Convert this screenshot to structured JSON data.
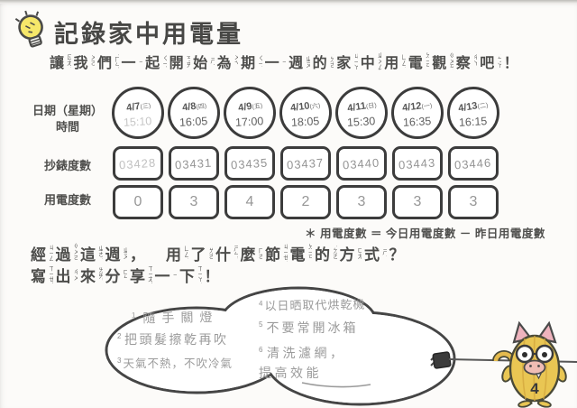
{
  "header": {
    "title": "記錄家中用電量"
  },
  "icons": {
    "header": "lightbulb-icon",
    "cord": "power-plug-icon",
    "mascot": "yellow-monster-mascot"
  },
  "intro": {
    "tokens": [
      {
        "c": "讓",
        "r": "ㄖㄤˋ"
      },
      {
        "c": "我",
        "r": "ㄨㄛˇ"
      },
      {
        "c": "們",
        "r": "˙ㄇㄣ"
      },
      {
        "c": "一",
        "r": "ㄧ"
      },
      {
        "c": "起",
        "r": "ㄑㄧˇ"
      },
      {
        "c": "開",
        "r": "ㄎㄞ"
      },
      {
        "c": "始",
        "r": "ㄕˇ"
      },
      {
        "c": "為",
        "r": "ㄨㄟˊ"
      },
      {
        "c": "期",
        "r": "ㄑㄧˊ"
      },
      {
        "c": "一",
        "r": "ㄧ"
      },
      {
        "c": "週",
        "r": "ㄓㄡ"
      },
      {
        "c": "的",
        "r": "˙ㄉㄜ"
      },
      {
        "c": "家",
        "r": "ㄐㄧㄚ"
      },
      {
        "c": "中",
        "r": "ㄓㄨㄥ"
      },
      {
        "c": "用",
        "r": "ㄩㄥˋ"
      },
      {
        "c": "電",
        "r": "ㄉㄧㄢˋ"
      },
      {
        "c": "觀",
        "r": "ㄍㄨㄢ"
      },
      {
        "c": "察",
        "r": "ㄔㄚˊ"
      },
      {
        "c": "吧",
        "r": "˙ㄅㄚ"
      },
      {
        "c": "！",
        "r": ""
      }
    ]
  },
  "table": {
    "label_date": "日期（星期）",
    "label_time": "時間",
    "label_meter": "抄錶度數",
    "label_usage": "用電度數",
    "columns": [
      {
        "date": "4/7",
        "week": "(三)",
        "time": "15:10",
        "meter": "03428",
        "usage": "0"
      },
      {
        "date": "4/8",
        "week": "(四)",
        "time": "16:05",
        "meter": "03431",
        "usage": "3"
      },
      {
        "date": "4/9",
        "week": "(五)",
        "time": "17:00",
        "meter": "03435",
        "usage": "4"
      },
      {
        "date": "4/10",
        "week": "(六)",
        "time": "18:05",
        "meter": "03437",
        "usage": "2"
      },
      {
        "date": "4/11",
        "week": "(日)",
        "time": "15:30",
        "meter": "03440",
        "usage": "3"
      },
      {
        "date": "4/12",
        "week": "(一)",
        "time": "16:35",
        "meter": "03443",
        "usage": "3"
      },
      {
        "date": "4/13",
        "week": "(二)",
        "time": "16:15",
        "meter": "03446",
        "usage": "3"
      }
    ]
  },
  "footnote": {
    "text": "＊ 用電度數 ＝ 今日用電度數 － 昨日用電度數"
  },
  "question": {
    "line1": [
      {
        "c": "經",
        "r": "ㄐㄧㄥ"
      },
      {
        "c": "過",
        "r": "ㄍㄨㄛˋ"
      },
      {
        "c": "這",
        "r": "ㄓㄜˋ"
      },
      {
        "c": "週",
        "r": "ㄓㄡ"
      },
      {
        "c": "，",
        "r": ""
      },
      {
        "c": "　",
        "r": ""
      },
      {
        "c": "用",
        "r": "ㄩㄥˋ"
      },
      {
        "c": "了",
        "r": "˙ㄌㄜ"
      },
      {
        "c": "什",
        "r": "ㄕㄣˊ"
      },
      {
        "c": "麼",
        "r": "˙ㄇㄜ"
      },
      {
        "c": "節",
        "r": "ㄐㄧㄝˊ"
      },
      {
        "c": "電",
        "r": "ㄉㄧㄢˋ"
      },
      {
        "c": "的",
        "r": "˙ㄉㄜ"
      },
      {
        "c": "方",
        "r": "ㄈㄤ"
      },
      {
        "c": "式",
        "r": "ㄕˋ"
      },
      {
        "c": "？",
        "r": ""
      }
    ],
    "line2": [
      {
        "c": "寫",
        "r": "ㄒㄧㄝˇ"
      },
      {
        "c": "出",
        "r": "ㄔㄨ"
      },
      {
        "c": "來",
        "r": "ㄌㄞˊ"
      },
      {
        "c": "分",
        "r": "ㄈㄣ"
      },
      {
        "c": "享",
        "r": "ㄒㄧㄤˇ"
      },
      {
        "c": "一",
        "r": "ㄧ"
      },
      {
        "c": "下",
        "r": "ㄒㄧㄚˋ"
      },
      {
        "c": "！",
        "r": ""
      }
    ]
  },
  "cloud": {
    "left_items": [
      {
        "num": "1",
        "text": "隨手關燈"
      },
      {
        "num": "2",
        "text": "把頭髮擦乾再吹"
      },
      {
        "num": "3",
        "text": "天氣不熱，不吹冷氣"
      }
    ],
    "right_items": [
      {
        "num": "4",
        "text": "以日晒取代烘乾機"
      },
      {
        "num": "5",
        "text": "不要常開冰箱"
      },
      {
        "num": "6",
        "text": "清洗濾網，\n提高效能"
      }
    ]
  },
  "mascot": {
    "belly_number": "4"
  },
  "colors": {
    "ink": "#4c4c4a",
    "line": "#3c3c3c",
    "pencil": "#9b9b9b",
    "bulb_yellow": "#f6e76a",
    "monster_yellow": "#e9c653",
    "ear_pink": "#eeb3bd"
  }
}
